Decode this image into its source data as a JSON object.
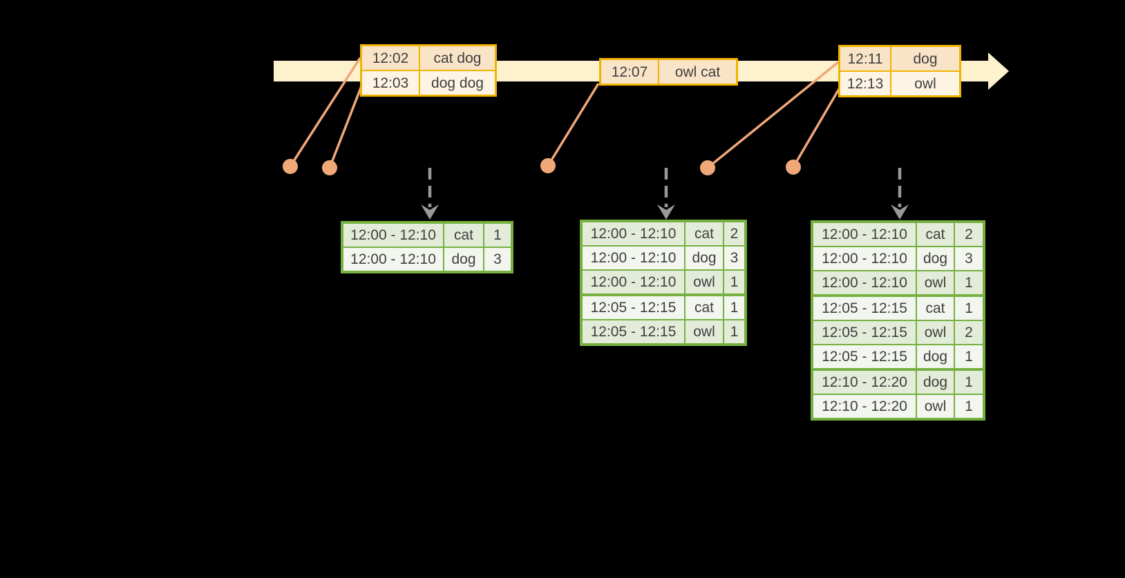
{
  "colors": {
    "background": "#000000",
    "timeline_band": "#fdf2cd",
    "event_border": "#f0b400",
    "event_row_peach": "#fae4c8",
    "event_row_cream": "#fdf4e3",
    "result_border": "#76b041",
    "result_row_dark": "#e3ecd8",
    "result_row_light": "#f2f6ee",
    "connector": "#f0a878",
    "trigger_arrow": "#999999",
    "text": "#3f3f3f"
  },
  "timeline": {
    "event_tables": [
      {
        "rows": [
          [
            "12:02",
            "cat dog"
          ],
          [
            "12:03",
            "dog dog"
          ]
        ]
      },
      {
        "rows": [
          [
            "12:07",
            "owl cat"
          ]
        ]
      },
      {
        "rows": [
          [
            "12:11",
            "dog"
          ],
          [
            "12:13",
            "owl"
          ]
        ]
      }
    ]
  },
  "result_tables": [
    {
      "rows": [
        [
          "12:00 - 12:10",
          "cat",
          "1"
        ],
        [
          "12:00 - 12:10",
          "dog",
          "3"
        ]
      ]
    },
    {
      "rows": [
        [
          "12:00 - 12:10",
          "cat",
          "2"
        ],
        [
          "12:00 - 12:10",
          "dog",
          "3"
        ],
        [
          "12:00 - 12:10",
          "owl",
          "1"
        ],
        [
          "12:05 - 12:15",
          "cat",
          "1"
        ],
        [
          "12:05 - 12:15",
          "owl",
          "1"
        ]
      ]
    },
    {
      "rows": [
        [
          "12:00 - 12:10",
          "cat",
          "2"
        ],
        [
          "12:00 - 12:10",
          "dog",
          "3"
        ],
        [
          "12:00 - 12:10",
          "owl",
          "1"
        ],
        [
          "12:05 - 12:15",
          "cat",
          "1"
        ],
        [
          "12:05 - 12:15",
          "owl",
          "2"
        ],
        [
          "12:05 - 12:15",
          "dog",
          "1"
        ],
        [
          "12:10 - 12:20",
          "dog",
          "1"
        ],
        [
          "12:10 - 12:20",
          "owl",
          "1"
        ]
      ]
    }
  ]
}
